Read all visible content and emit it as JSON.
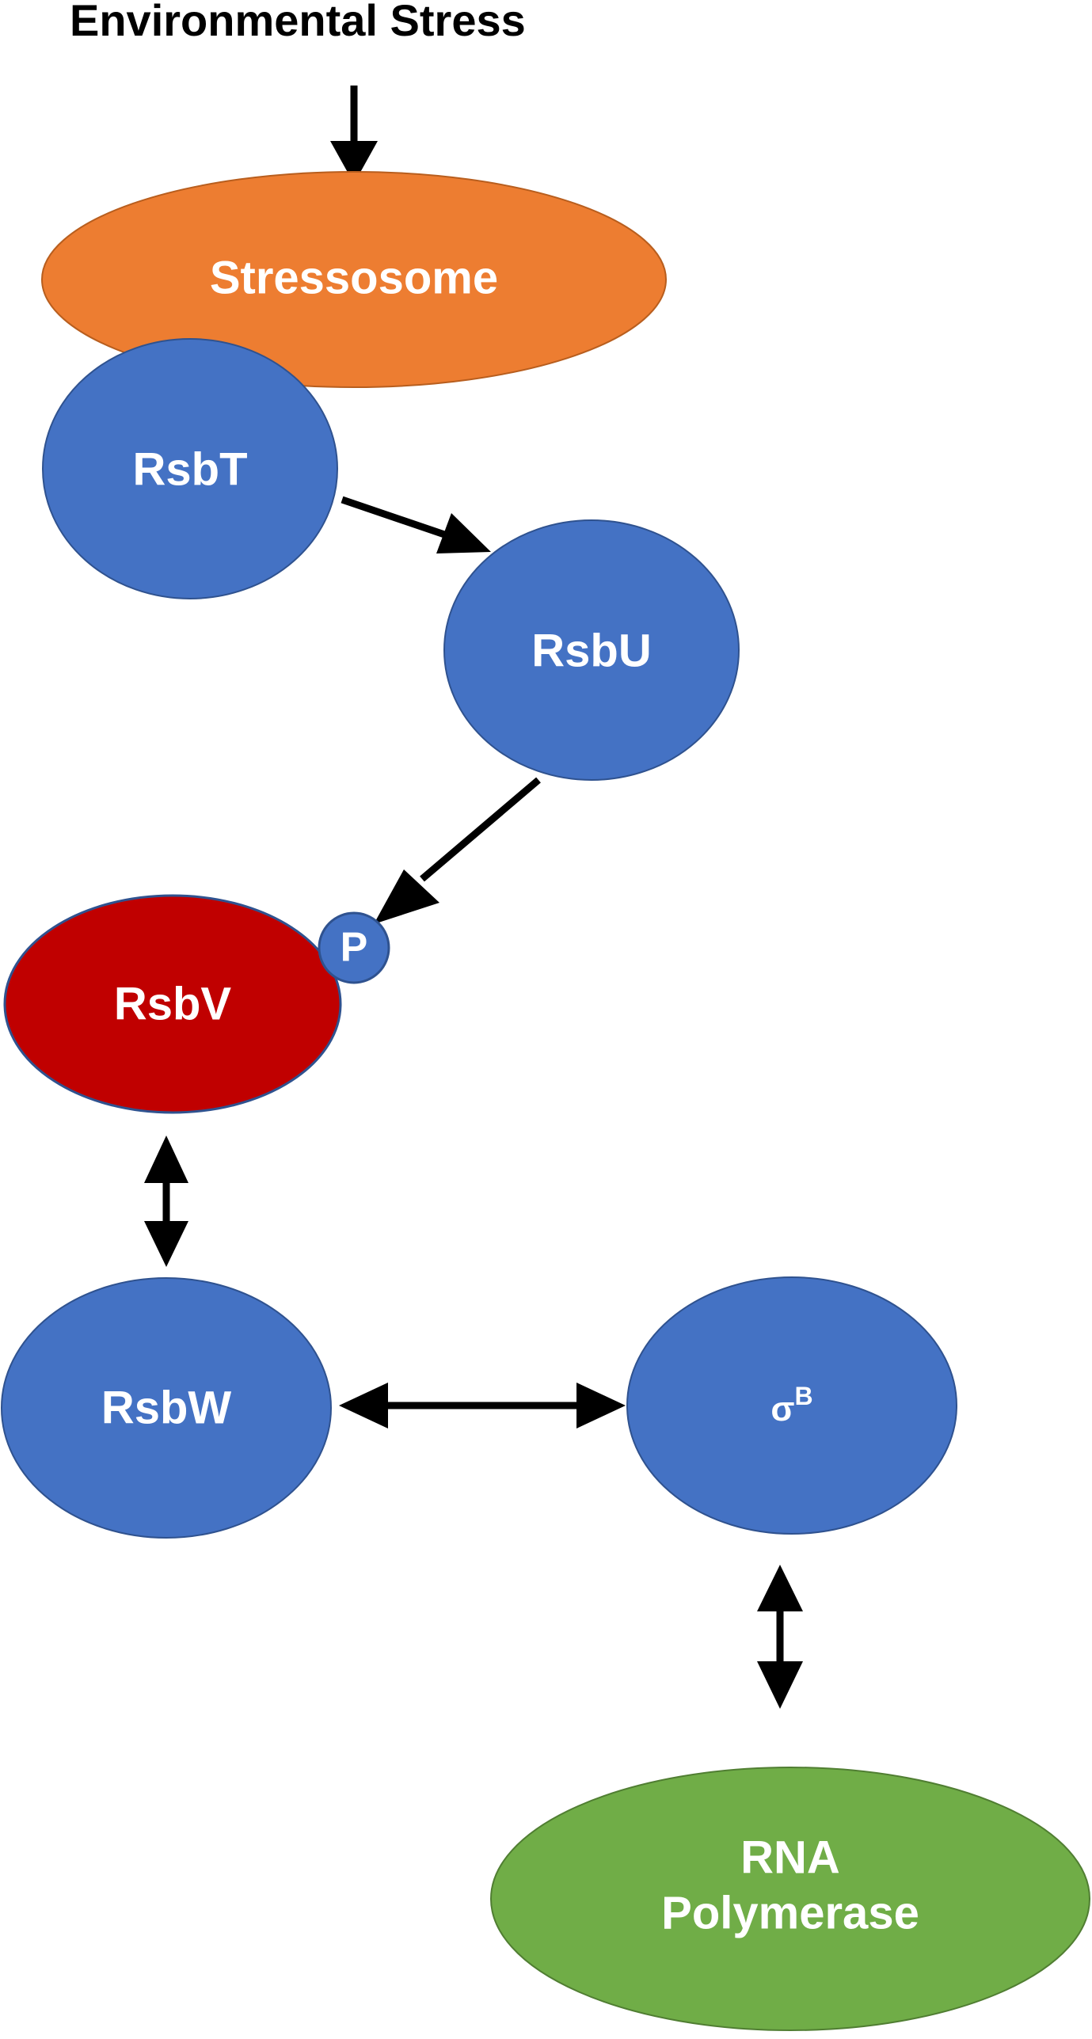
{
  "title": "Environmental Stress",
  "nodes": {
    "stressosome": {
      "label": "Stressosome",
      "color": "#ED7D31"
    },
    "rsbT": {
      "label": "RsbT",
      "color": "#4472C4"
    },
    "rsbU": {
      "label": "RsbU",
      "color": "#4472C4"
    },
    "rsbV": {
      "label": "RsbV",
      "color": "#C00000"
    },
    "phosphate": {
      "label": "P",
      "color": "#4472C4"
    },
    "rsbW": {
      "label": "RsbW",
      "color": "#4472C4"
    },
    "sigmaB": {
      "label": "σ",
      "superscript": "B",
      "color": "#4472C4"
    },
    "rnaPolymerase": {
      "label_line1": "RNA",
      "label_line2": "Polymerase",
      "color": "#70AD47"
    }
  },
  "edges": [
    {
      "from": "Environmental Stress",
      "to": "Stressosome",
      "type": "one-way"
    },
    {
      "from": "RsbT",
      "to": "RsbU",
      "type": "one-way"
    },
    {
      "from": "RsbU",
      "to": "RsbV",
      "type": "one-way"
    },
    {
      "from": "RsbV",
      "to": "RsbW",
      "type": "two-way"
    },
    {
      "from": "RsbW",
      "to": "σB",
      "type": "two-way"
    },
    {
      "from": "σB",
      "to": "RNA Polymerase",
      "type": "two-way"
    }
  ]
}
